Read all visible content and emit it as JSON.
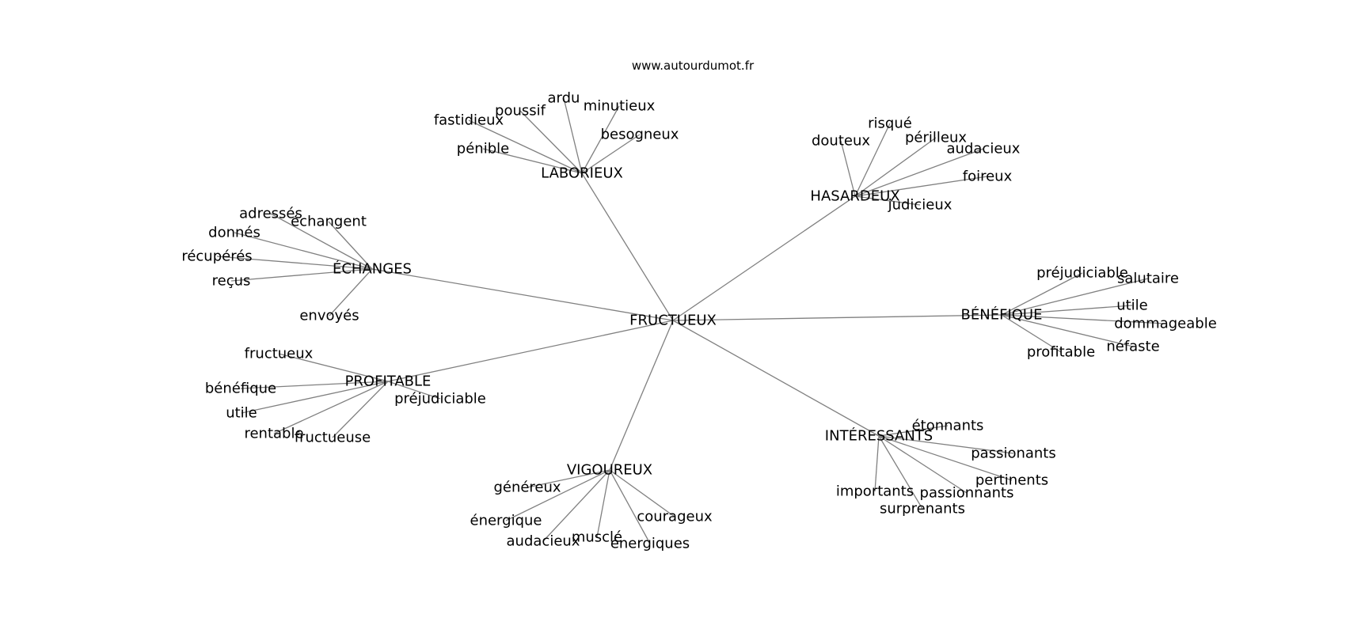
{
  "site": "www.autourdumot.fr",
  "edge_color": "#808080",
  "root": "FRUCTUEUX",
  "groups": [
    {
      "label": "LABORIEUX",
      "words": [
        "fastidieux",
        "poussif",
        "ardu",
        "minutieux",
        "besogneux",
        "pénible"
      ]
    },
    {
      "label": "HASARDEUX",
      "words": [
        "douteux",
        "risqué",
        "périlleux",
        "audacieux",
        "foireux",
        "judicieux"
      ]
    },
    {
      "label": "ÉCHANGES",
      "words": [
        "adressés",
        "échangent",
        "donnés",
        "récupérés",
        "reçus",
        "envoyés"
      ]
    },
    {
      "label": "BÉNÉFIQUE",
      "words": [
        "préjudiciable",
        "salutaire",
        "utile",
        "dommageable",
        "néfaste",
        "profitable"
      ]
    },
    {
      "label": "PROFITABLE",
      "words": [
        "fructueux",
        "bénéfique",
        "utile",
        "rentable",
        "fructueuse",
        "préjudiciable"
      ]
    },
    {
      "label": "INTÉRESSANTS",
      "words": [
        "étonnants",
        "passionants",
        "pertinents",
        "passionnants",
        "importants",
        "surprenants"
      ]
    },
    {
      "label": "VIGOUREUX",
      "words": [
        "généreux",
        "énergique",
        "audacieux",
        "musclé",
        "énergiques",
        "courageux"
      ]
    }
  ]
}
